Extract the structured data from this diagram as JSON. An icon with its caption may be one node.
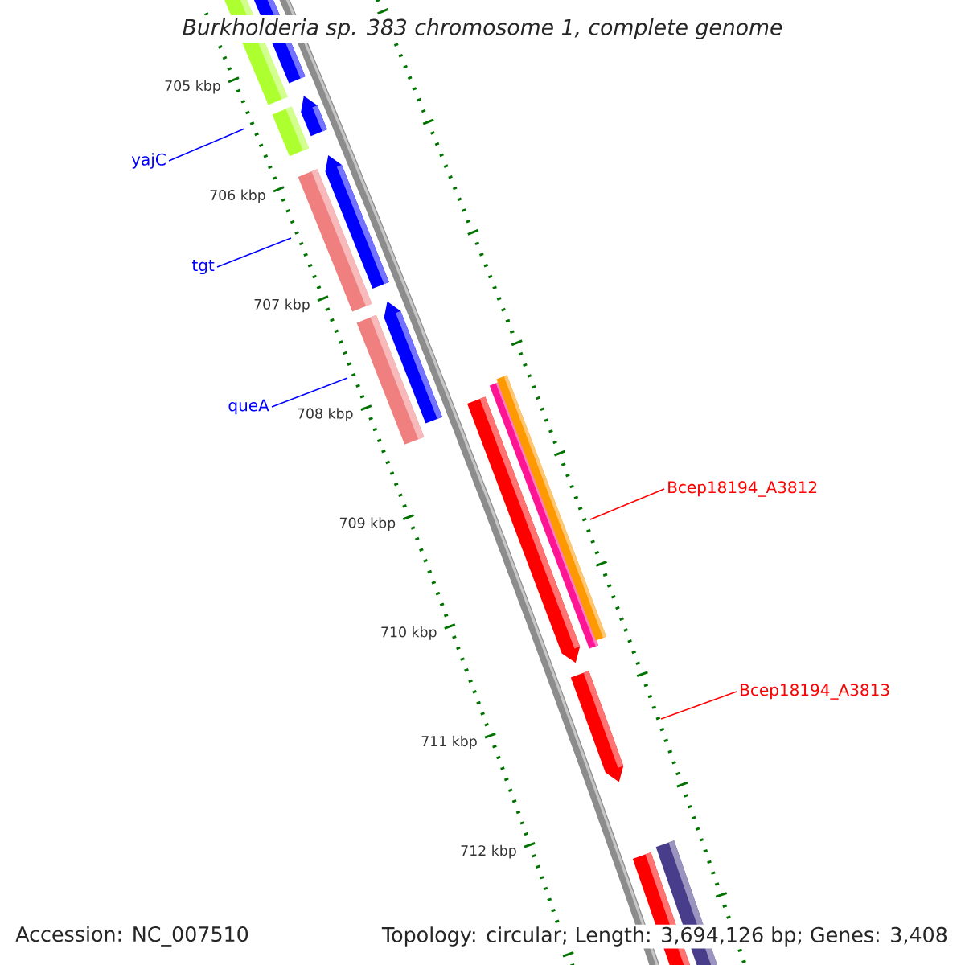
{
  "diagram": {
    "title": "Burkholderia sp. 383 chromosome 1, complete genome",
    "nodes": [
      {
        "text": [
          "yajC"
        ]
      },
      {
        "text": [
          "tgt"
        ]
      },
      {
        "text": [
          "queA"
        ]
      },
      {
        "text": [
          "Bcep18194_A3812"
        ]
      },
      {
        "text": [
          "Bcep18194_A3813"
        ]
      }
    ],
    "edges": [
      {
        "from": 0,
        "to": null,
        "arrow": "none"
      },
      {
        "from": 1,
        "to": null,
        "arrow": "none"
      },
      {
        "from": 2,
        "to": null,
        "arrow": "none"
      },
      {
        "from": 3,
        "to": null,
        "arrow": "none",
        "color": "#ff0000"
      },
      {
        "from": 4,
        "to": null,
        "arrow": "none",
        "color": "#ff0000"
      }
    ],
    "labels": [
      "705 kbp",
      "706 kbp",
      "707 kbp",
      "708 kbp",
      "709 kbp",
      "710 kbp",
      "711 kbp",
      "712 kbp",
      "Accession: NC_007510",
      "Topology: circular; Length: 3,694,126 bp; Genes: 3,408"
    ]
  }
}
